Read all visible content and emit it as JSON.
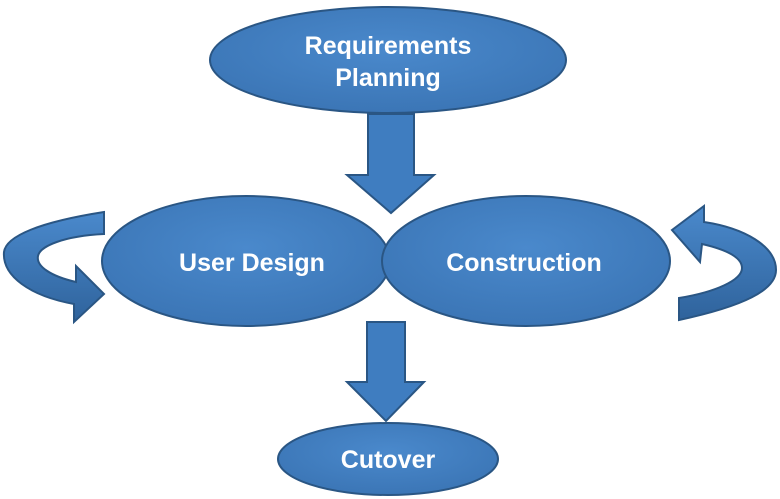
{
  "diagram": {
    "nodes": {
      "requirements_planning": {
        "line1": "Requirements",
        "line2": "Planning"
      },
      "user_design": {
        "label": "User Design"
      },
      "construction": {
        "label": "Construction"
      },
      "cutover": {
        "label": "Cutover"
      }
    },
    "colors": {
      "node_fill": "#3f7dc0",
      "node_stroke": "#2a5684",
      "arrow_fill": "#3f7dc0",
      "text": "#ffffff"
    }
  }
}
